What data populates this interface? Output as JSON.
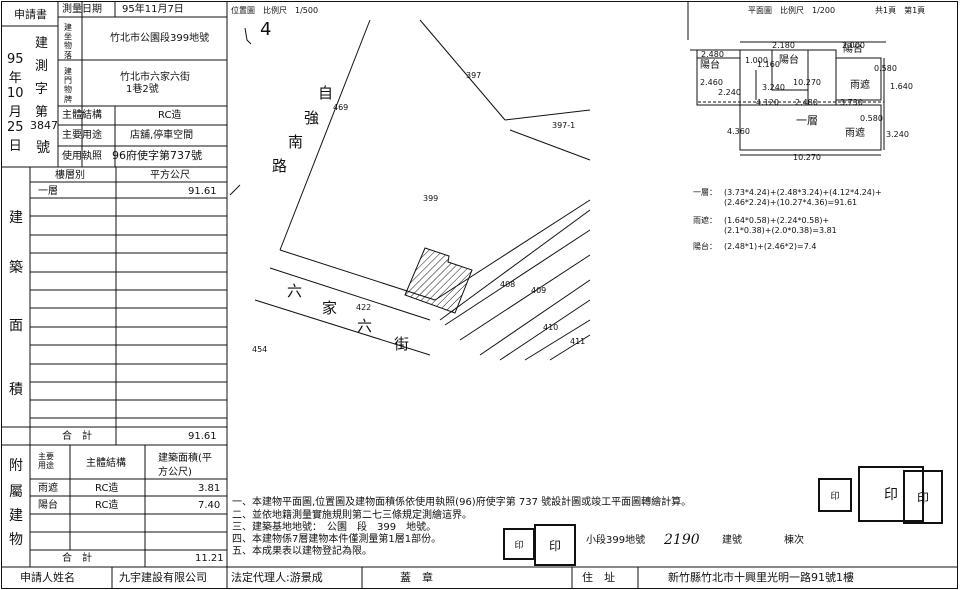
{
  "header": {
    "applicant_label": "申請書",
    "survey_date_label": "測量日期",
    "survey_date": "95年11月7日",
    "building_location_label": "建坐物落",
    "building_location": "竹北市公園段399地號",
    "door_label": "建門物牌",
    "door_line1": "竹北市六家六街",
    "door_line2": "1巷2號",
    "structure_label": "主體結構",
    "structure": "RC造",
    "use_label": "主要用途",
    "use": "店舖,停車空間",
    "permit_label": "使用執照",
    "permit": "96府使字第737號"
  },
  "permit_no": {
    "year_chars": [
      "95",
      "年",
      "10",
      "月",
      "25",
      "日"
    ],
    "measure_chars": [
      "建",
      "測",
      "字",
      "第"
    ],
    "number": "3847",
    "hao": "號"
  },
  "area_table": {
    "floor_label": "樓層別",
    "area_label": "平方公尺",
    "row1_floor": "一層",
    "row1_area": "91.61",
    "side_chars": [
      "建",
      "築",
      "面",
      "積"
    ],
    "total_label": "合　計",
    "total_value": "91.61"
  },
  "annex_table": {
    "side_chars": [
      "附",
      "屬",
      "建",
      "物"
    ],
    "use_label": "主要用途",
    "struct_label": "主體結構",
    "area_label": "建築面積(平方公尺)",
    "rows": [
      {
        "use": "雨遮",
        "struct": "RC造",
        "area": "3.81"
      },
      {
        "use": "陽台",
        "struct": "RC造",
        "area": "7.40"
      }
    ],
    "total_label": "合　計",
    "total_value": "11.21"
  },
  "site_map": {
    "title": "位置圖　比例尺　1/500",
    "north": "4",
    "road1": [
      "自",
      "強",
      "南",
      "路"
    ],
    "road2": [
      "六",
      "家",
      "六",
      "街"
    ],
    "parcels": [
      "469",
      "397",
      "397-1",
      "399",
      "408",
      "409",
      "410",
      "411",
      "422",
      "454"
    ]
  },
  "plan": {
    "title": "平面圖　比例尺　1/200",
    "page": "共1頁　第1頁",
    "floor_name": "一層",
    "balcony_label": "陽台",
    "eave_label": "雨遮",
    "dims": [
      "2.480",
      "2.180",
      "2.000",
      "0.580",
      "3.240",
      "1.640",
      "2.460",
      "4.120",
      "2.480",
      "3.730",
      "0.580",
      "4.360",
      "3.240",
      "10.270",
      "10.270",
      "1.000",
      "2.240",
      "1.160"
    ]
  },
  "formulas": {
    "f1_label": "一層：",
    "f1_line1": "(3.73*4.24)+(2.48*3.24)+(4.12*4.24)+",
    "f1_line2": "(2.46*2.24)+(10.27*4.36)=91.61",
    "f2_label": "雨遮：",
    "f2_line1": "(1.64*0.58)+(2.24*0.58)+",
    "f2_line2": "(2.1*0.38)+(2.0*0.38)=3.81",
    "f3_label": "陽台：",
    "f3_line1": "(2.48*1)+(2.46*2)=7.4"
  },
  "notes": [
    "一、本建物平面圖,位置圖及建物面積係依使用執照(96)府使字第 737 號設計圖或竣工平面圖轉繪計算。",
    "二、並依地籍測量實施規則第二七三條規定測繪這界。",
    "三、建築基地地號：　公園　段　399　地號。",
    "四、本建物係7層建物本件僅測量第1層1部份。",
    "五、本成果表以建物登記為限。"
  ],
  "extra": {
    "subsection": "小段399地號",
    "handwritten": "2190",
    "build_no_label": "建號",
    "dong_label": "棟次"
  },
  "footer": {
    "name_label": "申請人姓名",
    "name": "九宇建設有限公司",
    "agent": "法定代理人:游景成",
    "seal_label": "蓋　章",
    "address_label": "住　址",
    "address": "新竹縣竹北市十興里光明一路91號1樓"
  }
}
